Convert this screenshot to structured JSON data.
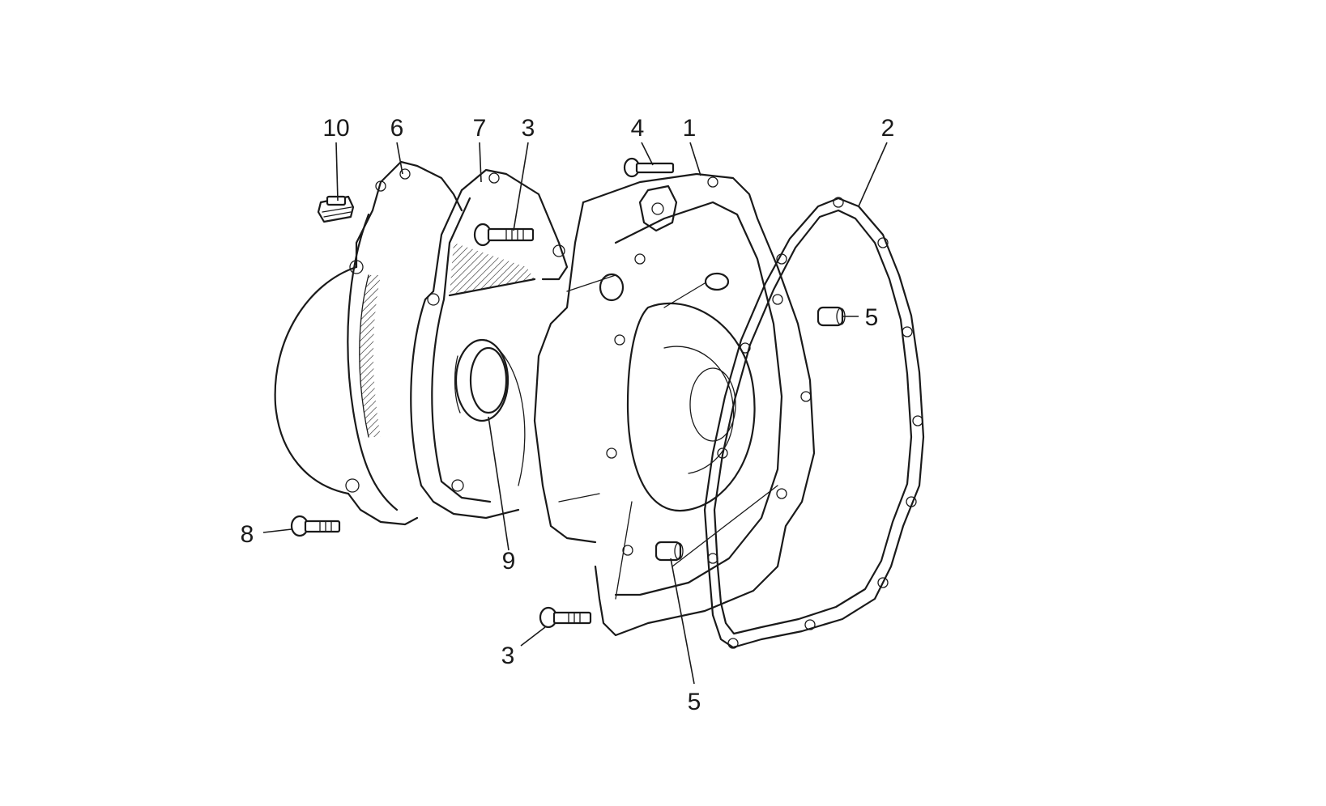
{
  "diagram": {
    "colors": {
      "ink": "#1a1a1a",
      "background": "#ffffff"
    },
    "callouts": [
      {
        "id": "c10",
        "label": "10"
      },
      {
        "id": "c6",
        "label": "6"
      },
      {
        "id": "c7",
        "label": "7"
      },
      {
        "id": "c3a",
        "label": "3"
      },
      {
        "id": "c4",
        "label": "4"
      },
      {
        "id": "c1",
        "label": "1"
      },
      {
        "id": "c2",
        "label": "2"
      },
      {
        "id": "c5a",
        "label": "5"
      },
      {
        "id": "c8",
        "label": "8"
      },
      {
        "id": "c9",
        "label": "9"
      },
      {
        "id": "c3b",
        "label": "3"
      },
      {
        "id": "c5b",
        "label": "5"
      }
    ]
  }
}
